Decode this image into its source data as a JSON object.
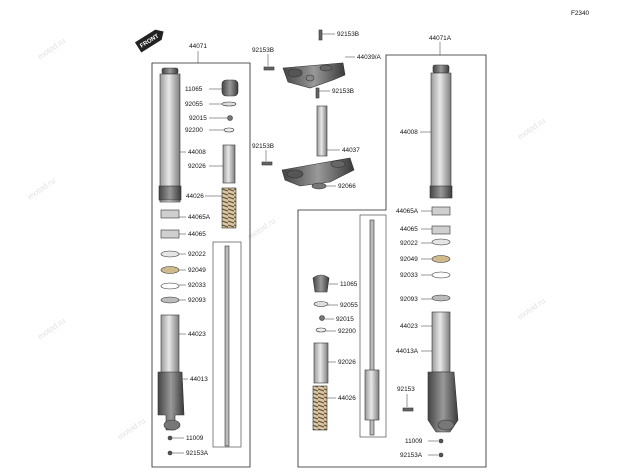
{
  "figure_code": "F2340",
  "front_badge": "FRONT",
  "watermark": "motod.ru",
  "left_assembly": {
    "group": "44071",
    "labels": [
      "11065",
      "92055",
      "92015",
      "92200",
      "44008",
      "92026",
      "44026",
      "44065A",
      "44065",
      "92022",
      "92049",
      "92033",
      "92093",
      "44023",
      "44013",
      "11009",
      "92153A"
    ]
  },
  "right_assembly": {
    "group": "44071A",
    "labels": [
      "44008",
      "44065A",
      "44065",
      "92022",
      "92049",
      "92033",
      "92093",
      "44023",
      "44013A",
      "92153",
      "11009",
      "92153A"
    ]
  },
  "inner_cartridge": {
    "labels": [
      "11065",
      "92055",
      "92015",
      "92200",
      "92026",
      "44026"
    ]
  },
  "upper_bracket": {
    "bolt_labels": [
      "92153B",
      "92153B",
      "92153B"
    ],
    "bracket_label": "44039/A"
  },
  "steering_stem": {
    "bolt_label": "92153B",
    "stem_label": "44037",
    "nut_label": "92066"
  }
}
